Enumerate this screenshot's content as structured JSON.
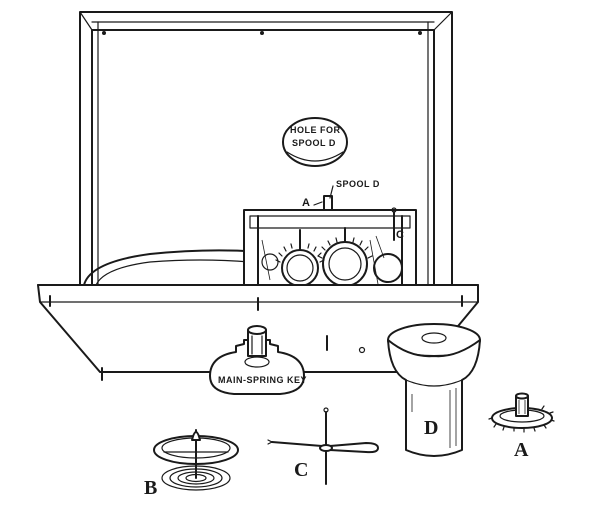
{
  "labels": {
    "hole_for_spool_line1": "HOLE FOR",
    "hole_for_spool_line2": "SPOOL D",
    "spool_d": "SPOOL D",
    "a_top": "A",
    "c_top": "C",
    "main_spring_key": "MAIN-SPRING KEY",
    "part_a": "A",
    "part_b": "B",
    "part_c": "C",
    "part_d": "D"
  },
  "colors": {
    "ink": "#1a1a1a",
    "paper": "#ffffff"
  }
}
